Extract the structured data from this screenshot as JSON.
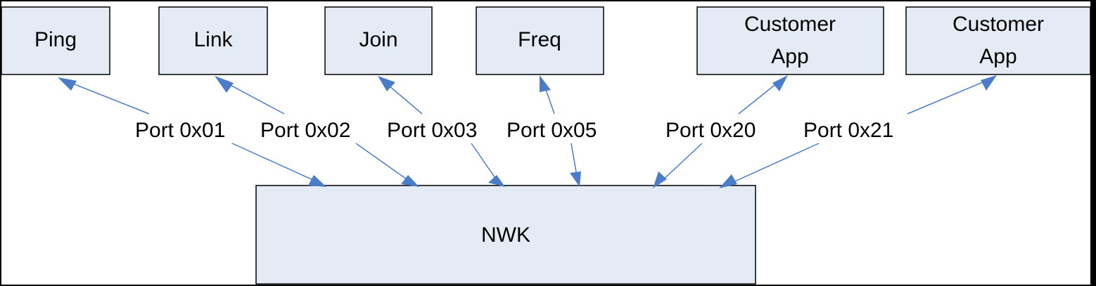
{
  "modules": [
    {
      "id": "ping",
      "lines": [
        "Ping"
      ]
    },
    {
      "id": "link",
      "lines": [
        "Link"
      ]
    },
    {
      "id": "join",
      "lines": [
        "Join"
      ]
    },
    {
      "id": "freq",
      "lines": [
        "Freq"
      ]
    },
    {
      "id": "customer-app-1",
      "lines": [
        "Customer",
        "App"
      ]
    },
    {
      "id": "customer-app-2",
      "lines": [
        "Customer",
        "App"
      ]
    }
  ],
  "nwk": {
    "label": "NWK"
  },
  "ports": [
    {
      "label": "Port 0x01",
      "from": "ping"
    },
    {
      "label": "Port 0x02",
      "from": "link"
    },
    {
      "label": "Port 0x03",
      "from": "join"
    },
    {
      "label": "Port 0x05",
      "from": "freq"
    },
    {
      "label": "Port 0x20",
      "from": "customer-app-1"
    },
    {
      "label": "Port 0x21",
      "from": "customer-app-2"
    }
  ],
  "colors": {
    "box_fill": "#e4ebf5",
    "arrow": "#4a7cc8"
  }
}
